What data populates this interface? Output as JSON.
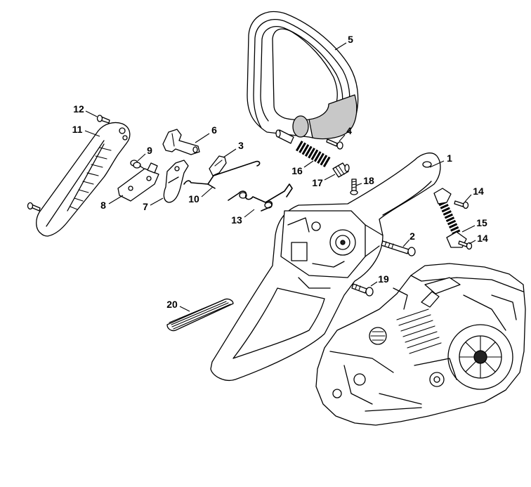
{
  "callouts": [
    "1",
    "2",
    "3",
    "4",
    "5",
    "6",
    "7",
    "8",
    "9",
    "10",
    "11",
    "12",
    "13",
    "14",
    "14",
    "15",
    "16",
    "17",
    "18",
    "19",
    "20"
  ],
  "colors": {
    "line": "#000000",
    "background": "#ffffff",
    "shade": "#c8c8c8"
  }
}
